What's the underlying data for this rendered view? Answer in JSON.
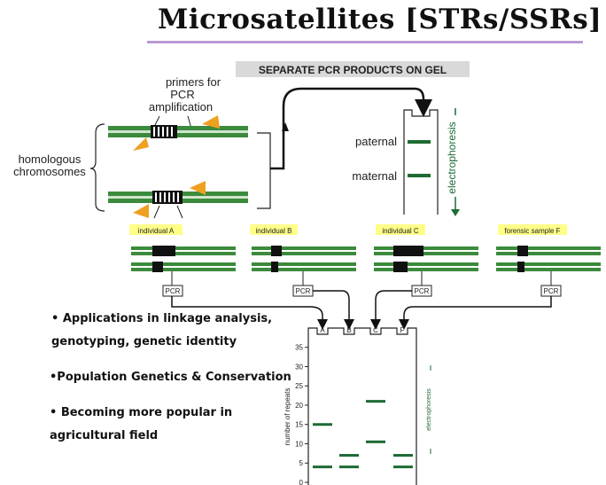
{
  "title": "Microsatellites [STRs/SSRs]",
  "top_diagram": {
    "gel_header": "SEPARATE PCR PRODUCTS ON GEL",
    "primers_label": [
      "primers for",
      "PCR",
      "amplification"
    ],
    "homologous_label": [
      "homologous",
      "chromosomes"
    ],
    "paternal_label": "paternal",
    "maternal_label": "maternal",
    "electrophoresis_label": "electrophoresis"
  },
  "individuals": [
    {
      "label": "individual A",
      "pcr": "PCR"
    },
    {
      "label": "individual B",
      "pcr": "PCR"
    },
    {
      "label": "individual C",
      "pcr": "PCR"
    },
    {
      "label": "forensic sample F",
      "pcr": "PCR"
    }
  ],
  "bullets": [
    "• Applications in linkage analysis,",
    "genotyping, genetic identity",
    "•Population Genetics & Conservation",
    "• Becoming more popular in",
    "agricultural field"
  ],
  "gel": {
    "lanes": [
      "A",
      "B",
      "C",
      "F"
    ],
    "ylabel": "number of repeats",
    "electrophoresis_label": "electrophoresis",
    "ticks": [
      0,
      5,
      10,
      15,
      20,
      25,
      30,
      35
    ],
    "ylim": [
      0,
      37
    ],
    "bands": {
      "A": [
        4,
        15
      ],
      "B": [
        4,
        7
      ],
      "C": [
        10.5,
        21
      ],
      "F": [
        4,
        7
      ]
    }
  },
  "colors": {
    "chromosome": "#3c8a3c",
    "band": "#1d6b33",
    "primer": "#f0a020",
    "highlight": "#ffff88"
  }
}
